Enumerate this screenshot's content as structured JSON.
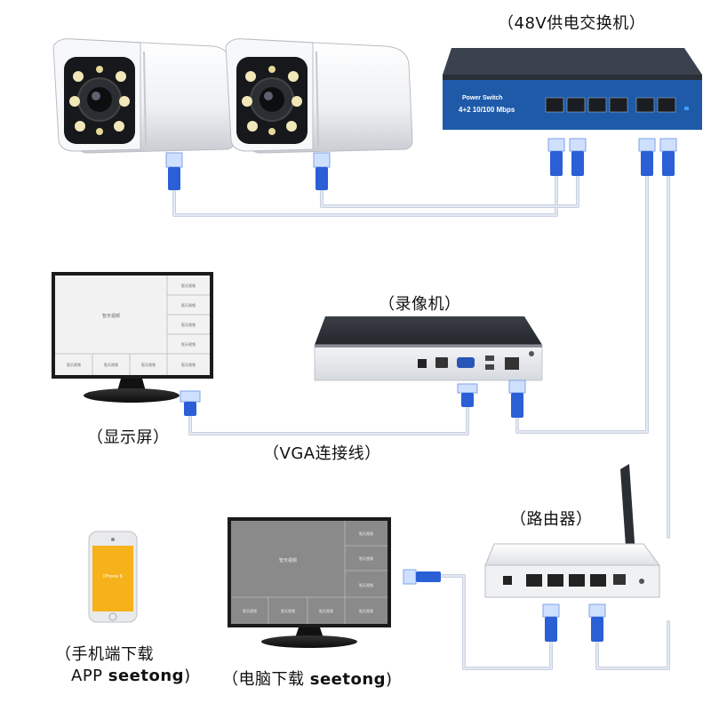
{
  "labels": {
    "switch": "（48V供电交换机）",
    "nvr": "（录像机）",
    "monitor": "（显示屏）",
    "vga": "（VGA连接线）",
    "router": "（路由器）",
    "phone_line1": "（手机端下载",
    "phone_app": "APP ",
    "phone_brand": "seetong",
    "phone_close": ")",
    "pc_prefix": "（电脑下载 ",
    "pc_brand": "seetong",
    "pc_close": ")"
  },
  "switch_panel": {
    "title": "Power Switch",
    "spec": "4+2 10/100 Mbps"
  },
  "screen_cells": {
    "main": "智天视频",
    "small": "智天视频"
  },
  "phone_screen": {
    "model": "iPhone 6"
  },
  "colors": {
    "cable_blue": "#2a5fd6",
    "wire_gray": "#c9d1e0",
    "switch_body": "#2c3440",
    "switch_face": "#1e5aa8",
    "phone_screen": "#f6b21b"
  }
}
